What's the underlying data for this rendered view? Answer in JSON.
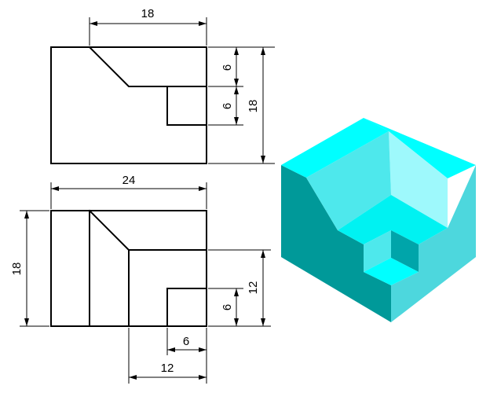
{
  "dimensions": {
    "top_width": "18",
    "top_height_a": "6",
    "top_height_b": "6",
    "top_height_total": "18",
    "front_width": "24",
    "front_height": "18",
    "front_height_right": "12",
    "front_height_small": "6",
    "bottom_small": "6",
    "bottom_large": "12"
  },
  "colors": {
    "top_face": "#00ffff",
    "slope_face": "#4ee8ec",
    "inner_back_face": "#9ef9fc",
    "left_face": "#009999",
    "right_face": "#4dd7dd",
    "floor_face": "#00f2f2",
    "pocket_back": "#00a5aa"
  }
}
